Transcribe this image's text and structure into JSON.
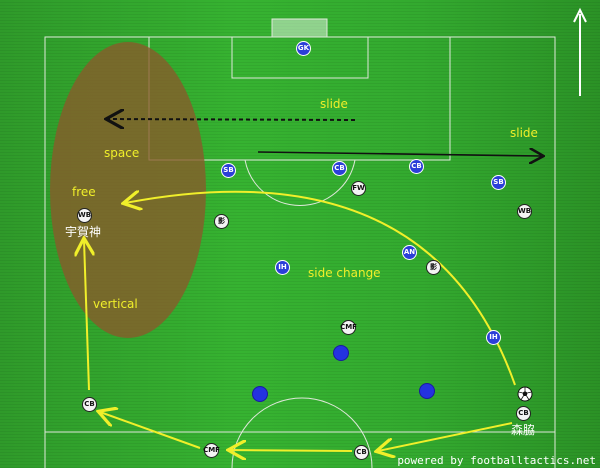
{
  "labels": {
    "slide_top": "slide",
    "slide_right": "slide",
    "space": "space",
    "free": "free",
    "vertical": "vertical",
    "side_change": "side change"
  },
  "blue_players": {
    "gk": "GK",
    "sb_left": "SB",
    "cb_left": "CB",
    "cb_right": "CB",
    "sb_right": "SB",
    "ih_left": "IH",
    "an": "AN",
    "ih_right": "IH"
  },
  "white_players": {
    "fw": "FW",
    "wb_left": "WB",
    "wb_right": "WB",
    "kage_left": "影",
    "kage_right": "影",
    "cmf_top": "CMF",
    "cb_left": "CB",
    "cmf_bottom": "CMF",
    "cb_bottom": "CB",
    "cb_right": "CB"
  },
  "names": {
    "wb_left_name": "宇賀神",
    "cb_right_name": "森脇"
  },
  "credit": "powered by footballtactics.net",
  "colors": {
    "pitch": "#33aa2f",
    "arrow": "#f0ef2a",
    "space_area": "#8a5a2a",
    "blue_team": "#2b3fd8",
    "white_team": "#f4f4f4"
  }
}
